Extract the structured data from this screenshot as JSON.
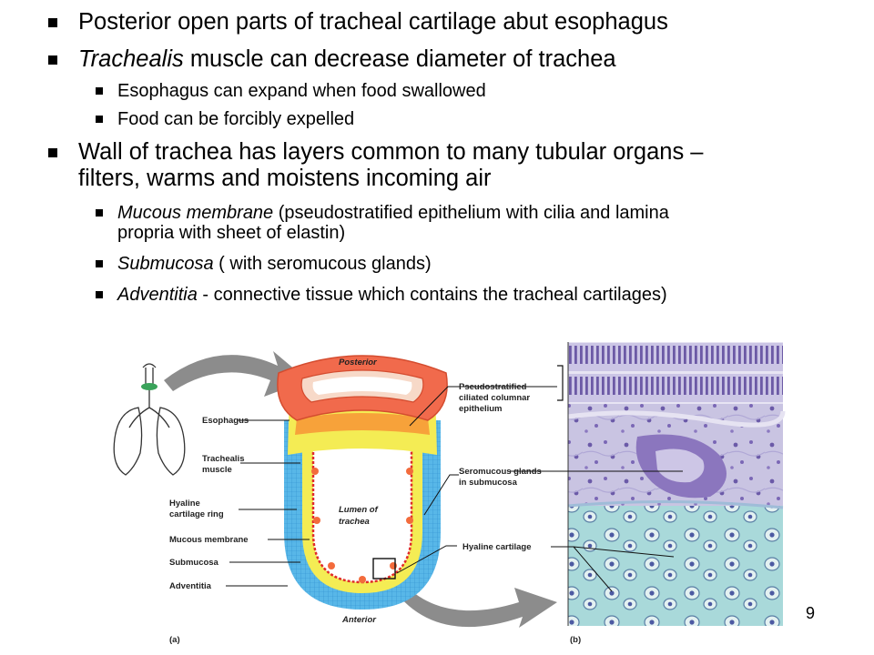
{
  "bullets": [
    {
      "text": "Posterior open parts of tracheal cartilage abut esophagus"
    },
    {
      "italic": "Trachealis",
      "text": " muscle can decrease diameter of trachea"
    },
    {
      "text": "Esophagus can expand when food swallowed"
    },
    {
      "text": "Food can be forcibly expelled"
    },
    {
      "line1": "Wall of trachea has layers common to many tubular organs –",
      "line2": "filters, warms and moistens incoming air"
    },
    {
      "italic": "Mucous membrane",
      "line1": " (pseudostratified epithelium with cilia and lamina",
      "line2": "propria with sheet of elastin)"
    },
    {
      "italic": "Submucosa",
      "text": " ( with seromucous glands)"
    },
    {
      "italic": "Adventitia",
      "text": " - connective tissue which contains the tracheal cartilages)"
    }
  ],
  "figure": {
    "posterior": "Posterior",
    "anterior": "Anterior",
    "lumen_line1": "Lumen of",
    "lumen_line2": "trachea",
    "panel_a": "(a)",
    "panel_b": "(b)",
    "left_labels": {
      "esophagus": "Esophagus",
      "trachealis_1": "Trachealis",
      "trachealis_2": "muscle",
      "hyaline_ring_1": "Hyaline",
      "hyaline_ring_2": "cartilage ring",
      "mucous": "Mucous membrane",
      "submucosa": "Submucosa",
      "adventitia": "Adventitia"
    },
    "right_labels": {
      "pseudo_1": "Pseudostratified",
      "pseudo_2": "ciliated columnar",
      "pseudo_3": "epithelium",
      "glands_1": "Seromucous glands",
      "glands_2": "in submucosa",
      "hyaline": "Hyaline cartilage"
    }
  },
  "page_number": "9"
}
